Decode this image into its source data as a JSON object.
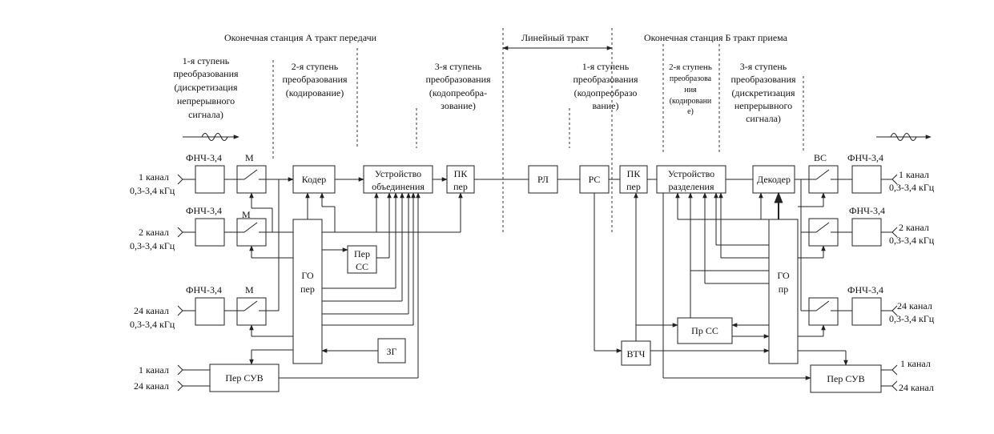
{
  "headers": {
    "station_a": "Оконечная станция А тракт передачи",
    "line": "Линейный тракт",
    "station_b": "Оконечная станция Б тракт приема"
  },
  "stages_a": {
    "s1": [
      "1-я ступень",
      "преобразования",
      "(дискретизация",
      "непрерывного",
      "сигнала)"
    ],
    "s2": [
      "2-я ступень",
      "преобразования",
      "(кодирование)"
    ],
    "s3": [
      "3-я ступень",
      "преобразования",
      "(кодопреобра-",
      "зование)"
    ]
  },
  "stages_b": {
    "s1": [
      "1-я ступень",
      "преобразования",
      "(кодопреобразо",
      "вание)"
    ],
    "s2": [
      "2-я ступень",
      "преобразова",
      "ния",
      "(кодировани",
      "е)"
    ],
    "s3": [
      "3-я ступень",
      "преобразования",
      "(дискретизация",
      "непрерывного",
      "сигнала)"
    ]
  },
  "blocks": {
    "fnch": "ФНЧ-3,4",
    "m": "М",
    "vs": "ВС",
    "coder": "Кодер",
    "mux": [
      "Устройство",
      "объединения"
    ],
    "pk_tx": [
      "ПК",
      "пер"
    ],
    "rl": "РЛ",
    "rs": "РС",
    "pk_rx": [
      "ПК",
      "пер"
    ],
    "demux": [
      "Устройство",
      "разделения"
    ],
    "decoder": "Декодер",
    "go_tx": [
      "ГО",
      "пер"
    ],
    "go_rx": [
      "ГО",
      "пр"
    ],
    "per_ss": [
      "Пер",
      "СС"
    ],
    "pr_ss": "Пр СС",
    "zg": "ЗГ",
    "per_suv_tx": "Пер СУВ",
    "per_suv_rx": "Пер СУВ",
    "vtch": "ВТЧ"
  },
  "channels": {
    "ch1": "1 канал",
    "ch2": "2 канал",
    "ch24": "24 канал",
    "band": "0,3-3,4 кГц"
  }
}
